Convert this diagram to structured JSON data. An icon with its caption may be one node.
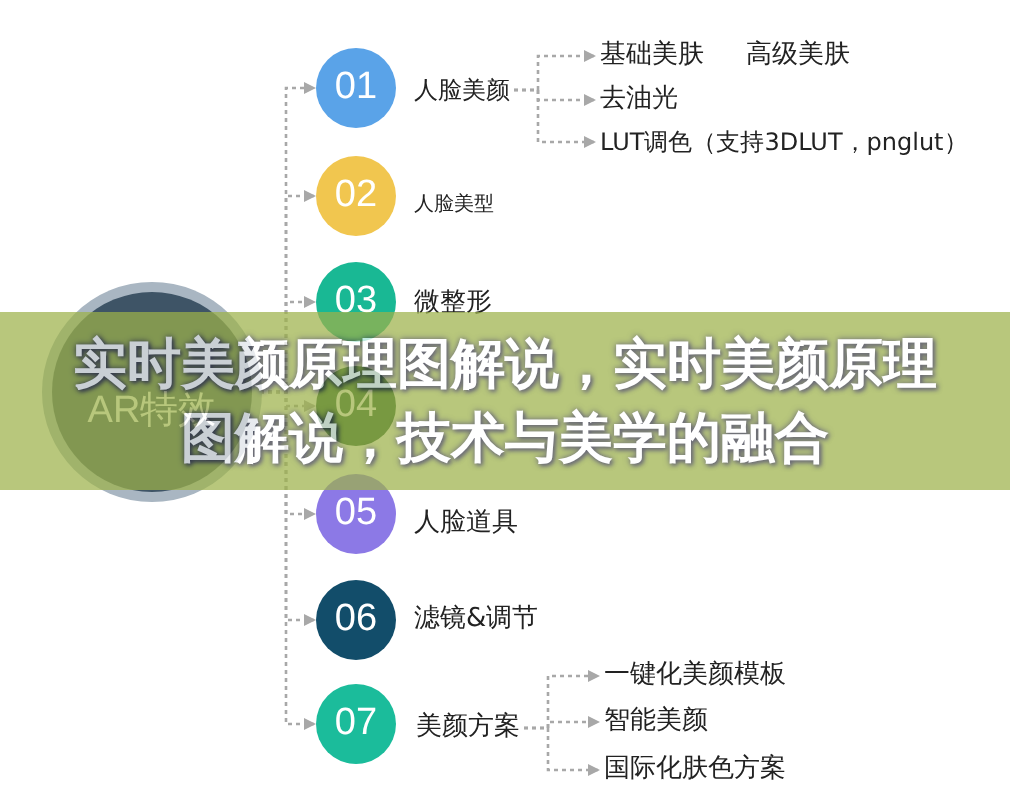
{
  "diagram": {
    "title": "实时美颜原理图解说，实时美颜原理图解说，技术与美学的融合",
    "nodes": [
      {
        "text": [
          "AR特效"
        ]
      },
      {
        "text": [
          "01"
        ]
      },
      {
        "text": [
          "人脸美颜"
        ]
      },
      {
        "text": [
          "基础美肤"
        ]
      },
      {
        "text": [
          "高级美肤"
        ]
      },
      {
        "text": [
          "去油光"
        ]
      },
      {
        "text": [
          "LUT调色（支持3DLUT，pnglut）"
        ]
      },
      {
        "text": [
          "02"
        ]
      },
      {
        "text": [
          "人脸美型"
        ]
      },
      {
        "text": [
          "03"
        ]
      },
      {
        "text": [
          "微整形"
        ]
      },
      {
        "text": [
          "04"
        ]
      },
      {
        "text": [
          "05"
        ]
      },
      {
        "text": [
          "人脸道具"
        ]
      },
      {
        "text": [
          "06"
        ]
      },
      {
        "text": [
          "滤镜&调节"
        ]
      },
      {
        "text": [
          "07"
        ]
      },
      {
        "text": [
          "美颜方案"
        ]
      },
      {
        "text": [
          "一键化美颜模板"
        ]
      },
      {
        "text": [
          "智能美颜"
        ]
      },
      {
        "text": [
          "国际化肤色方案"
        ]
      }
    ],
    "edges": [
      {
        "from": 0,
        "to": 1,
        "arrow": "to",
        "style": "dashed"
      },
      {
        "from": 0,
        "to": 7,
        "arrow": "to",
        "style": "dashed"
      },
      {
        "from": 0,
        "to": 9,
        "arrow": "to",
        "style": "dashed"
      },
      {
        "from": 0,
        "to": 11,
        "arrow": "to",
        "style": "dashed"
      },
      {
        "from": 0,
        "to": 12,
        "arrow": "to",
        "style": "dashed"
      },
      {
        "from": 0,
        "to": 14,
        "arrow": "to",
        "style": "dashed"
      },
      {
        "from": 0,
        "to": 16,
        "arrow": "to",
        "style": "dashed"
      },
      {
        "from": 2,
        "to": 3,
        "arrow": "to",
        "style": "dashed"
      },
      {
        "from": 2,
        "to": 5,
        "arrow": "to",
        "style": "dashed"
      },
      {
        "from": 2,
        "to": 6,
        "arrow": "to",
        "style": "dashed"
      },
      {
        "from": 17,
        "to": 18,
        "arrow": "to",
        "style": "dashed"
      },
      {
        "from": 17,
        "to": 19,
        "arrow": "to",
        "style": "dashed"
      },
      {
        "from": 17,
        "to": 20,
        "arrow": "to",
        "style": "dashed"
      }
    ]
  }
}
